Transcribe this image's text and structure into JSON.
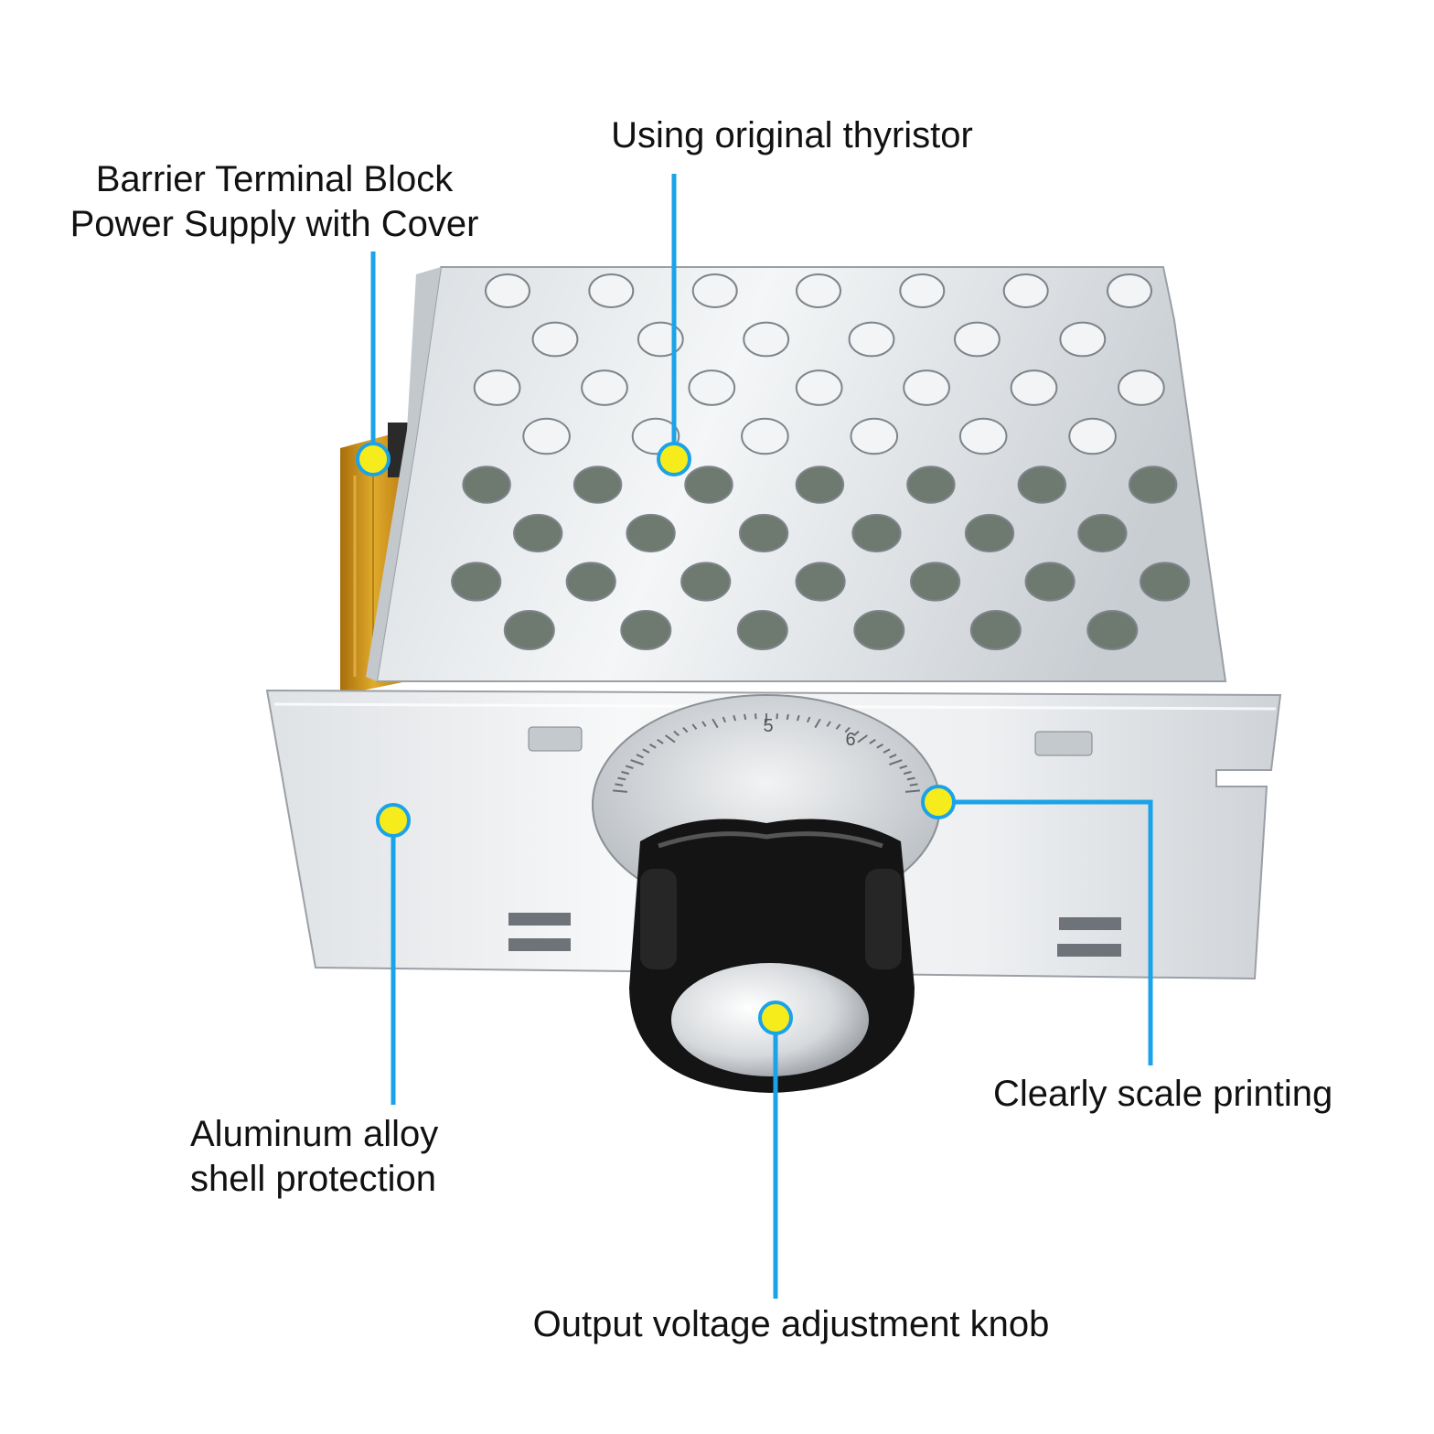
{
  "annotations": {
    "terminal_block": {
      "line1": "Barrier Terminal Block",
      "line2": "Power Supply with Cover"
    },
    "thyristor": {
      "text": "Using original thyristor"
    },
    "scale": {
      "text": "Clearly scale printing"
    },
    "aluminum": {
      "line1": "Aluminum alloy",
      "line2": "shell protection"
    },
    "knob": {
      "text": "Output voltage adjustment knob"
    }
  },
  "dial": {
    "scale_numbers": [
      "5",
      "6"
    ]
  },
  "colors": {
    "callout_line": "#1aa3e8",
    "callout_dot": "#f6ec1c",
    "metal_light": "#e9ecef",
    "metal_dark": "#8f959b",
    "knob_black": "#141414",
    "terminal_amber": "#d49a1e"
  }
}
